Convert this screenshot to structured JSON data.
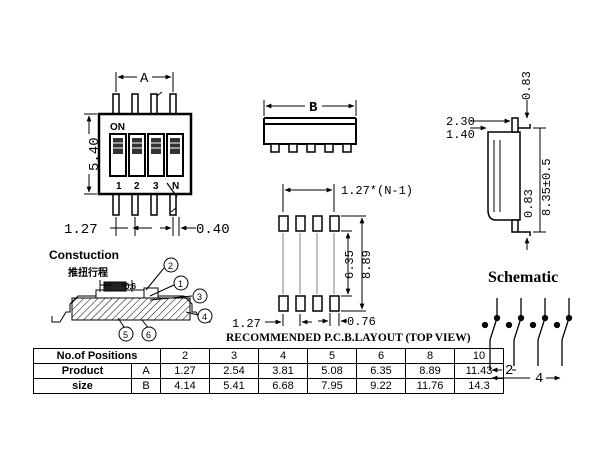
{
  "labels": {
    "A": "A",
    "B": "B",
    "on": "ON",
    "n": "N",
    "pos1": "1",
    "pos2": "2",
    "pos3": "3",
    "d540": "5.40",
    "d127": "1.27",
    "d040": "0.40",
    "d230": "2.30",
    "d140": "1.40",
    "d083a": "0.83",
    "d083b": "0.83",
    "d835": "8.35±0.5",
    "pitch": "1.27*(N-1)",
    "d635": "6.35",
    "d889": "8.89",
    "d076": "0.76",
    "d127b": "1.27",
    "d06": "0.6",
    "construction": "Constuction",
    "chinese": "推扭行程",
    "c1": "1",
    "c2": "2",
    "c3": "3",
    "c4": "4",
    "c5": "5",
    "c6": "6",
    "pcb": "RECOMMENDED P.C.B.LAYOUT (TOP VIEW)",
    "schematic": "Schematic",
    "s2": "2",
    "s4": "4"
  },
  "table": {
    "header": "No.of Positions",
    "positions": [
      "2",
      "3",
      "4",
      "5",
      "6",
      "8",
      "10"
    ],
    "row1_label": "Product",
    "row1_sub": "A",
    "row1_values": [
      "1.27",
      "2.54",
      "3.81",
      "5.08",
      "6.35",
      "8.89",
      "11.43"
    ],
    "row2_label": "size",
    "row2_sub": "B",
    "row2_values": [
      "4.14",
      "5.41",
      "6.68",
      "7.95",
      "9.22",
      "11.76",
      "14.3"
    ]
  }
}
